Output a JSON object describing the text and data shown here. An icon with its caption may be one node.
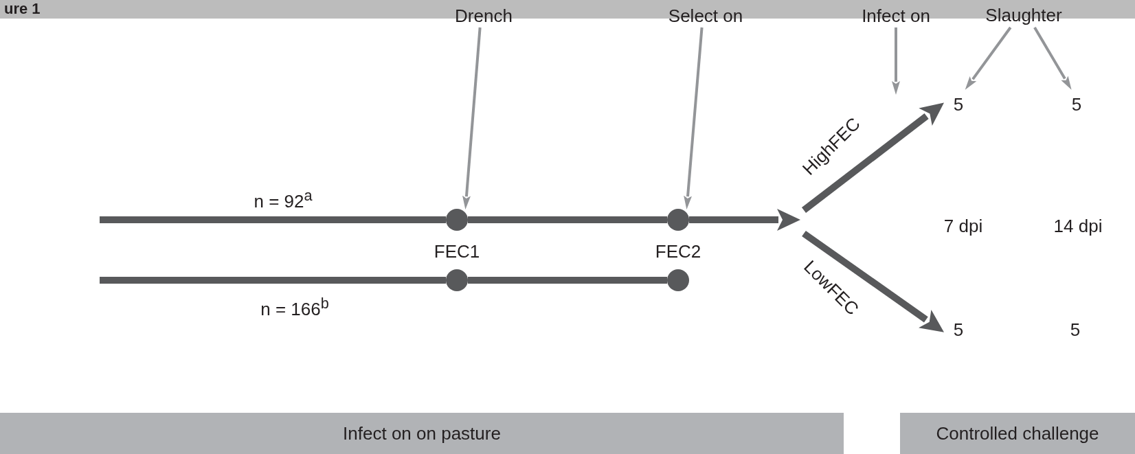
{
  "diagram": {
    "nodes": [
      {
        "text": [
          "Drench"
        ]
      },
      {
        "text": [
          "Select on"
        ]
      },
      {
        "text": [
          "Infect on"
        ]
      },
      {
        "text": [
          "Slaughter"
        ]
      },
      {
        "text": [],
        "shape": "circle",
        "beside": [
          "FEC1"
        ]
      },
      {
        "text": [],
        "shape": "circle",
        "beside": [
          "FEC2"
        ]
      },
      {
        "text": [],
        "shape": "circle"
      },
      {
        "text": [],
        "shape": "circle"
      },
      {
        "text": [
          "5"
        ]
      },
      {
        "text": [
          "5"
        ]
      },
      {
        "text": [
          "5"
        ]
      },
      {
        "text": [
          "5"
        ]
      },
      {
        "text": [
          "Infect on on pasture"
        ]
      },
      {
        "text": [
          "Controlled challenge"
        ]
      }
    ],
    "edges": [
      {
        "from": 0,
        "to": 4,
        "arrow": "to",
        "color": "#939598"
      },
      {
        "from": 1,
        "to": 5,
        "arrow": "to",
        "color": "#939598"
      },
      {
        "from": 2,
        "to": null,
        "arrow": "to",
        "color": "#939598"
      },
      {
        "from": 3,
        "to": 8,
        "arrow": "to",
        "color": "#939598"
      },
      {
        "from": 3,
        "to": 9,
        "arrow": "to",
        "color": "#939598"
      },
      {
        "from": null,
        "to": 4,
        "arrow": "none",
        "label": "n = 92$^{a}$"
      },
      {
        "from": 4,
        "to": 5,
        "arrow": "none"
      },
      {
        "from": 5,
        "to": null,
        "arrow": "to"
      },
      {
        "from": null,
        "to": 8,
        "arrow": "to",
        "label": "HighFEC"
      },
      {
        "from": null,
        "to": 10,
        "arrow": "to",
        "label": "LowFEC"
      },
      {
        "from": null,
        "to": 6,
        "arrow": "none",
        "label": "n = 166$^{b}$"
      },
      {
        "from": 6,
        "to": 7,
        "arrow": "none"
      }
    ],
    "labels": [
      "ure 1",
      "7 dpi",
      "14 dpi"
    ]
  }
}
